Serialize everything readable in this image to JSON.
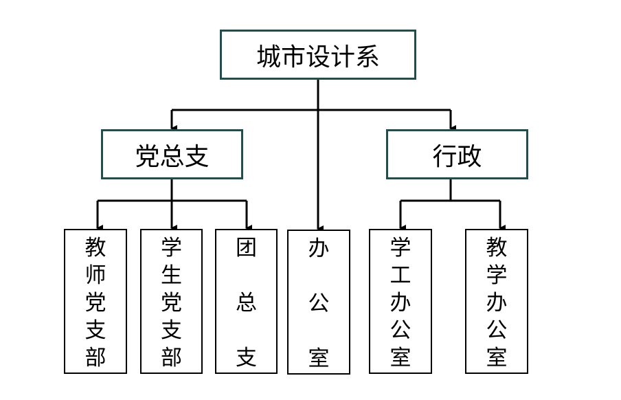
{
  "diagram": {
    "root": "城市设计系",
    "branches": {
      "party": "党总支",
      "admin": "行政"
    },
    "leaves": {
      "teacher_branch": "教师党支部",
      "student_branch": "学生党支部",
      "youth_league": "团总支",
      "office": "办公室",
      "student_affairs_office": "学工办公室",
      "teaching_affairs_office": "教学办公室"
    }
  },
  "colors": {
    "box_border": "#1f4e4f",
    "leaf_border": "#000000",
    "line": "#000000"
  }
}
